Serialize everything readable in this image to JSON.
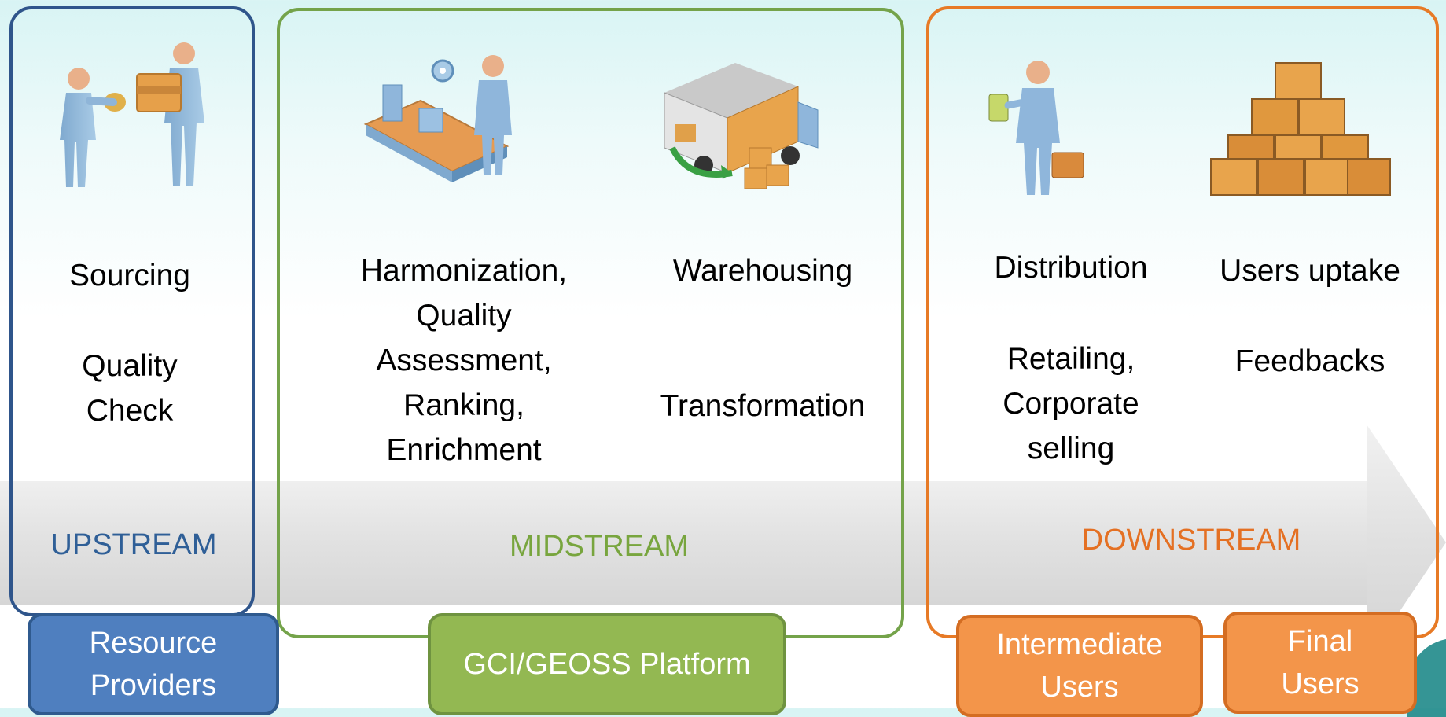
{
  "stages": {
    "upstream": "UPSTREAM",
    "midstream": "MIDSTREAM",
    "downstream": "DOWNSTREAM"
  },
  "upstream": {
    "sourcing": "Sourcing",
    "quality_check": "Quality\nCheck"
  },
  "midstream": {
    "harmonization": "Harmonization,\nQuality\nAssessment,\nRanking,\nEnrichment",
    "warehousing": "Warehousing",
    "transformation": "Transformation"
  },
  "downstream": {
    "distribution": "Distribution",
    "retailing": "Retailing,\nCorporate\nselling",
    "users_uptake": "Users uptake",
    "feedbacks": "Feedbacks"
  },
  "actors": {
    "resource_providers": "Resource\nProviders",
    "gci_platform": "GCI/GEOSS Platform",
    "intermediate_users": "Intermediate\nUsers",
    "final_users": "Final\nUsers"
  },
  "colors": {
    "upstream": "#2f558b",
    "midstream": "#74a34a",
    "downstream": "#e77a26"
  },
  "icons": [
    "handover-people-icon",
    "assembly-line-worker-icon",
    "delivery-truck-icon",
    "person-with-briefcase-icon",
    "stacked-boxes-icon"
  ]
}
